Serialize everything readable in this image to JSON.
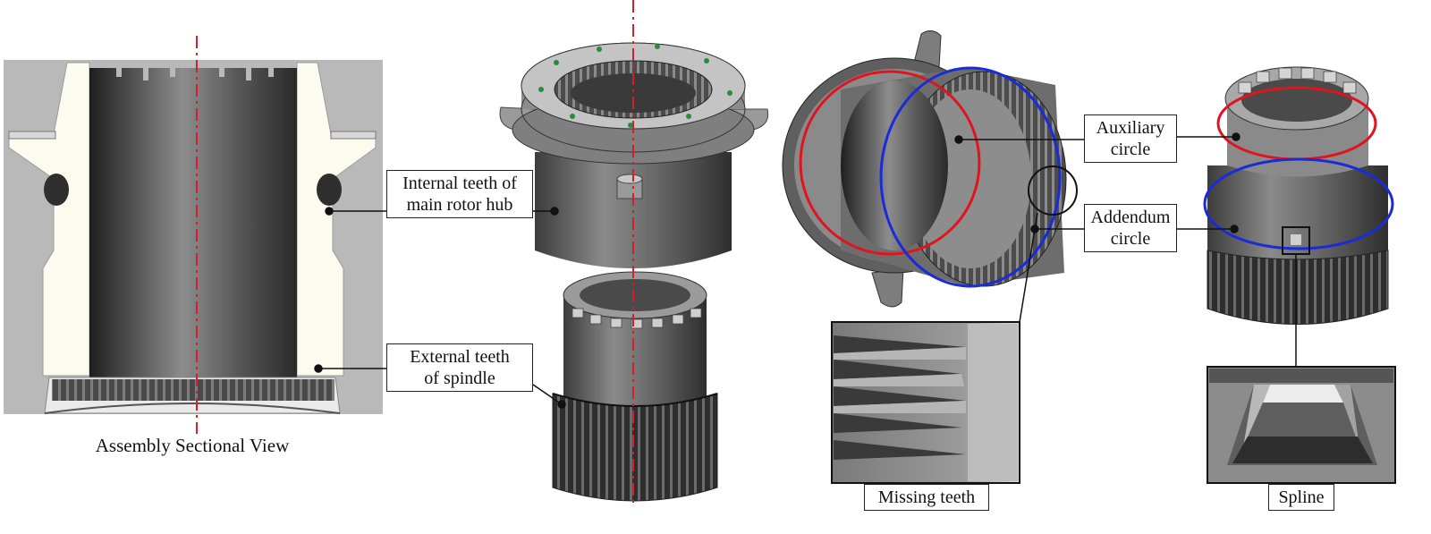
{
  "figure": {
    "captions": {
      "section_view": "Assembly Sectional View"
    },
    "labels": {
      "hub_line1": "Internal teeth of",
      "hub_line2": "main rotor hub",
      "spindle_line1": "External teeth",
      "spindle_line2": "of spindle",
      "aux_line1": "Auxiliary",
      "aux_line2": "circle",
      "add_line1": "Addendum",
      "add_line2": "circle",
      "missing": "Missing teeth",
      "spline": "Spline"
    },
    "colors": {
      "axis_line": "#d0202a",
      "auxiliary_circle": "#e0141e",
      "addendum_circle": "#1a2bd8",
      "section_bg": "#b9b9b9",
      "section_wall": "#fbfbef"
    }
  }
}
